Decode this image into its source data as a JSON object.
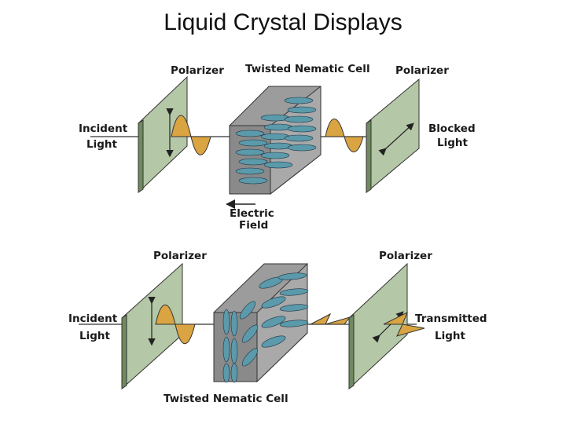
{
  "slide": {
    "title": "Liquid Crystal Displays"
  },
  "top_diagram": {
    "polarizer_left": "Polarizer",
    "cell": "Twisted Nematic Cell",
    "polarizer_right": "Polarizer",
    "incident_line1": "Incident",
    "incident_line2": "Light",
    "blocked_line1": "Blocked",
    "blocked_line2": "Light",
    "field_line1": "Electric",
    "field_line2": "Field"
  },
  "bottom_diagram": {
    "polarizer_left": "Polarizer",
    "polarizer_right": "Polarizer",
    "incident_line1": "Incident",
    "incident_line2": "Light",
    "transmitted_line1": "Transmitted",
    "transmitted_line2": "Light",
    "cell": "Twisted Nematic Cell"
  },
  "colors": {
    "polarizer_face": "#b4c7a6",
    "polarizer_edge": "#6f8a5e",
    "wave": "#d9a441",
    "cell_face": "#9c9c9c",
    "crystal": "#5a9aaa"
  }
}
